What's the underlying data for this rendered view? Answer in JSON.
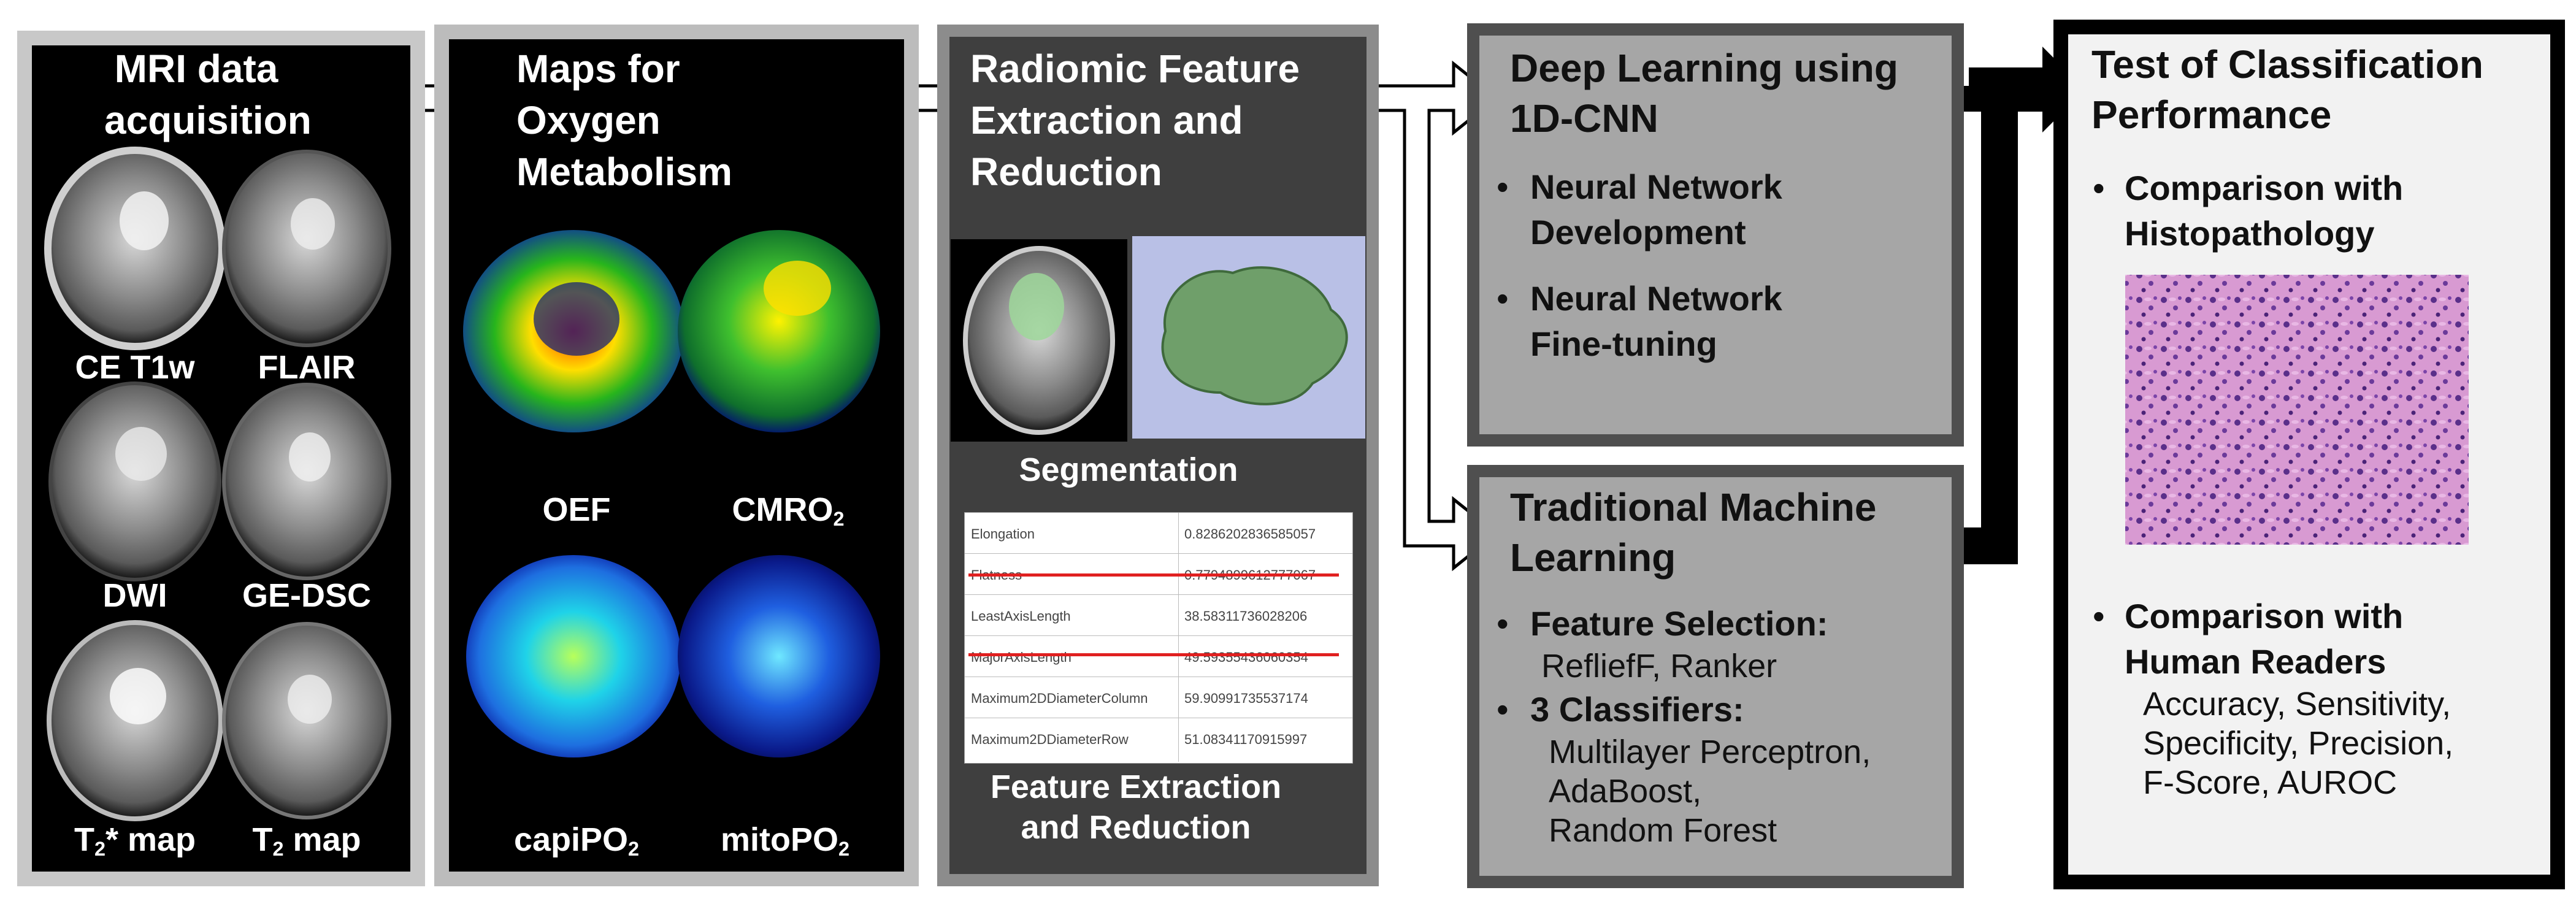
{
  "panels": {
    "mri": {
      "title": "MRI data acquisition",
      "title_l1": "MRI data",
      "title_l2": "acquisition",
      "labels": {
        "ce_t1w": "CE T1w",
        "flair": "FLAIR",
        "dwi": "DWI",
        "ge_dsc": "GE-DSC",
        "t2star_prefix": "T",
        "t2star_sub": "2",
        "t2star_suffix": "* map",
        "t2_prefix": "T",
        "t2_sub": "2",
        "t2_suffix": " map"
      }
    },
    "oxygen": {
      "title_l1": "Maps for",
      "title_l2": "Oxygen",
      "title_l3": "Metabolism",
      "labels": {
        "oef": "OEF",
        "cmro_prefix": "CMRO",
        "cmro_sub": "2",
        "capi_prefix": "capiPO",
        "capi_sub": "2",
        "mito_prefix": "mitoPO",
        "mito_sub": "2"
      }
    },
    "radiomic": {
      "title_l1": "Radiomic Feature",
      "title_l2": "Extraction and",
      "title_l3": "Reduction",
      "segmentation_label": "Segmentation",
      "bottom_l1": "Feature Extraction",
      "bottom_l2": "and Reduction",
      "table": [
        {
          "name": "Elongation",
          "value": "0.8286202836585057",
          "struck": false
        },
        {
          "name": "Flatness",
          "value": "0.7794899612777067",
          "struck": true
        },
        {
          "name": "LeastAxisLength",
          "value": "38.58311736028206",
          "struck": false
        },
        {
          "name": "MajorAxisLength",
          "value": "49.59355436060354",
          "struck": true
        },
        {
          "name": "Maximum2DDiameterColumn",
          "value": "59.90991735537174",
          "struck": false
        },
        {
          "name": "Maximum2DDiameterRow",
          "value": "51.08341170915997",
          "struck": false
        }
      ]
    },
    "deep": {
      "title_l1": "Deep Learning using",
      "title_l2": "1D-CNN",
      "b1_l1": "Neural Network",
      "b1_l2": "Development",
      "b2_l1": "Neural Network",
      "b2_l2": "Fine-tuning",
      "bullet": "•"
    },
    "traditional": {
      "title_l1": "Traditional Machine",
      "title_l2": "Learning",
      "b1_head": "Feature Selection:",
      "b1_body": "RefliefF, Ranker",
      "b2_head": "3 Classifiers:",
      "b2_l1": "Multilayer Perceptron,",
      "b2_l2": "AdaBoost,",
      "b2_l3": "Random Forest",
      "bullet": "•"
    },
    "test": {
      "title_l1": "Test of Classification",
      "title_l2": "Performance",
      "b1_l1": "Comparison with",
      "b1_l2": "Histopathology",
      "b2_l1": "Comparison with",
      "b2_l2": "Human Readers",
      "metrics_l1": "Accuracy, Sensitivity,",
      "metrics_l2": "Specificity, Precision,",
      "metrics_l3": "F-Score, AUROC",
      "bullet": "•"
    }
  },
  "colors": {
    "panel_black": "#000000",
    "panel_dark_gray": "#3f3f3f",
    "panel_mid_gray": "#a6a6a6",
    "panel_light": "#f2f2f2",
    "strike_red": "#e02020",
    "segmentation_green": "#6f9f6a",
    "segmentation_bg": "#b9c0e6",
    "histology_pink": "#c77fc0"
  }
}
